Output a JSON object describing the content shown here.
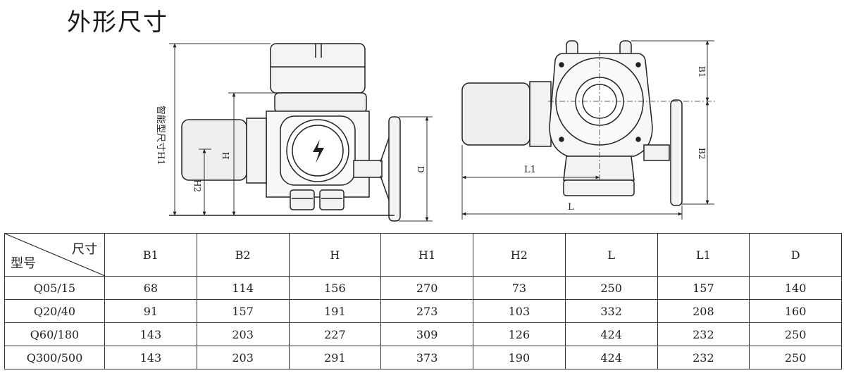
{
  "title": "外形尺寸",
  "drawing": {
    "side_labels": {
      "h1": "智能型尺寸H1",
      "h": "H",
      "h2": "H2",
      "d": "D"
    },
    "front_labels": {
      "b1": "B1",
      "b2": "B2",
      "l1": "L1",
      "l": "L"
    }
  },
  "table": {
    "corner_top": "尺寸",
    "corner_bottom": "型号",
    "columns": [
      "B1",
      "B2",
      "H",
      "H1",
      "H2",
      "L",
      "L1",
      "D"
    ],
    "rows": [
      {
        "model": "Q05/15",
        "values": [
          "68",
          "114",
          "156",
          "270",
          "73",
          "250",
          "157",
          "140"
        ]
      },
      {
        "model": "Q20/40",
        "values": [
          "91",
          "157",
          "191",
          "273",
          "103",
          "332",
          "208",
          "160"
        ]
      },
      {
        "model": "Q60/180",
        "values": [
          "143",
          "203",
          "227",
          "309",
          "126",
          "424",
          "232",
          "250"
        ]
      },
      {
        "model": "Q300/500",
        "values": [
          "143",
          "203",
          "291",
          "373",
          "190",
          "424",
          "232",
          "250"
        ]
      }
    ]
  }
}
